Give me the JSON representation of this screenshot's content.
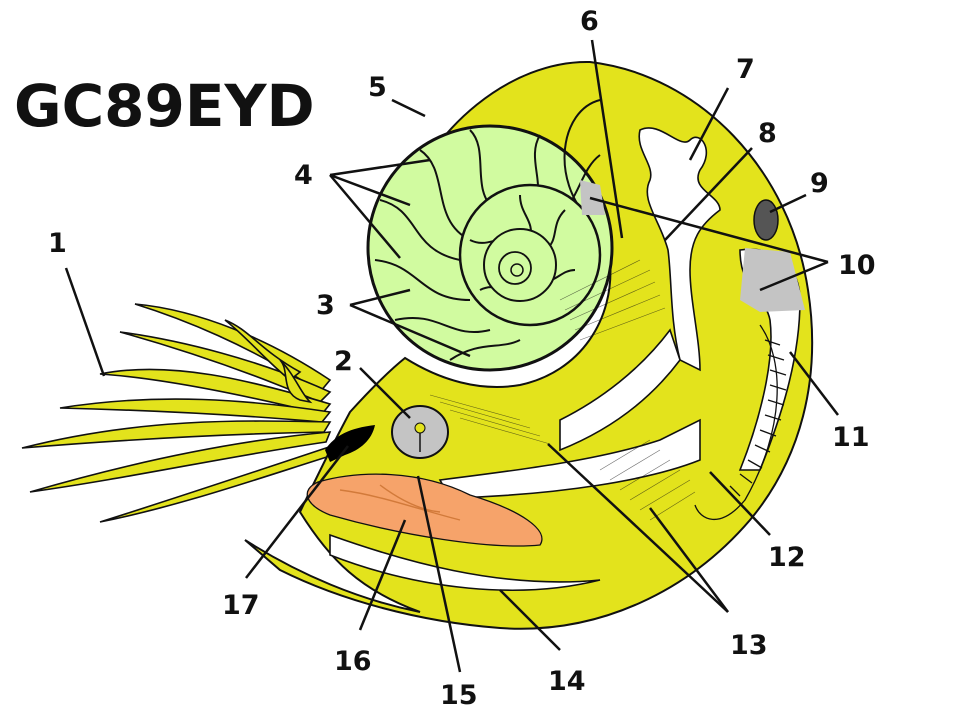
{
  "watermark_code": "GC89EYD",
  "labels": [
    "1",
    "2",
    "3",
    "4",
    "5",
    "6",
    "7",
    "8",
    "9",
    "10",
    "11",
    "12",
    "13",
    "14",
    "15",
    "16",
    "17"
  ],
  "colors": {
    "body": "#e3e31c",
    "chambers": "#d1fba0",
    "gonad": "#f6a36a",
    "white": "#ffffff",
    "gray": "#c4c4c4",
    "outline": "#111111"
  }
}
